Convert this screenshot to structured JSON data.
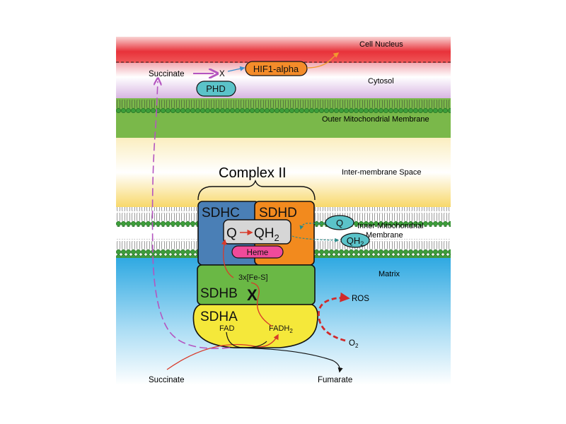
{
  "regions": {
    "cell_nucleus": "Cell Nucleus",
    "cytosol": "Cytosol",
    "outer_membrane": "Outer Mitochondrial Membrane",
    "intermembrane_space": "Inter-membrane Space",
    "inner_membrane_line1": "Inner Mitochondrial",
    "inner_membrane_line2": "Membrane",
    "matrix": "Matrix"
  },
  "complex": {
    "title": "Complex II",
    "sdhc": "SDHC",
    "sdhd": "SDHD",
    "sdhb": "SDHB",
    "sdha": "SDHA",
    "q_reaction": {
      "q": "Q",
      "qh": "QH",
      "sub": "2"
    },
    "heme": "Heme",
    "fes": "3x[Fe-S]",
    "fad": "FAD",
    "fadh": {
      "base": "FADH",
      "sub": "2"
    },
    "block_mark": "X"
  },
  "signaling": {
    "succinate": "Succinate",
    "inhibit_mark": "X",
    "hif": "HIF1-alpha",
    "phd": "PHD"
  },
  "quinones": {
    "q": "Q",
    "qh2": {
      "base": "QH",
      "sub": "2"
    }
  },
  "metabolites": {
    "ros": "ROS",
    "o2": {
      "base": "O",
      "sub": "2"
    },
    "succinate": "Succinate",
    "fumarate": "Fumarate"
  },
  "colors": {
    "nucleus": "#e8323a",
    "cytosol": "#d9b8e0",
    "membrane_band": "#79b84a",
    "lipid_head": "#3d9e3a",
    "intermembrane": "#f9d978",
    "matrix": "#3fb5e6",
    "sdhc": "#4a7fb6",
    "sdhd": "#f28a1e",
    "sdhb": "#6ab845",
    "sdha": "#f5e83a",
    "hif": "#f48c2a",
    "phd": "#5bc3c9",
    "heme": "#f04a9a",
    "electron_arrow": "#d83a2a",
    "succinate_arrow": "#b455c0",
    "hif_arrow": "#f29a2e",
    "ros_arrow": "#d12a2a",
    "quinone_arrow": "#2a8a88"
  }
}
